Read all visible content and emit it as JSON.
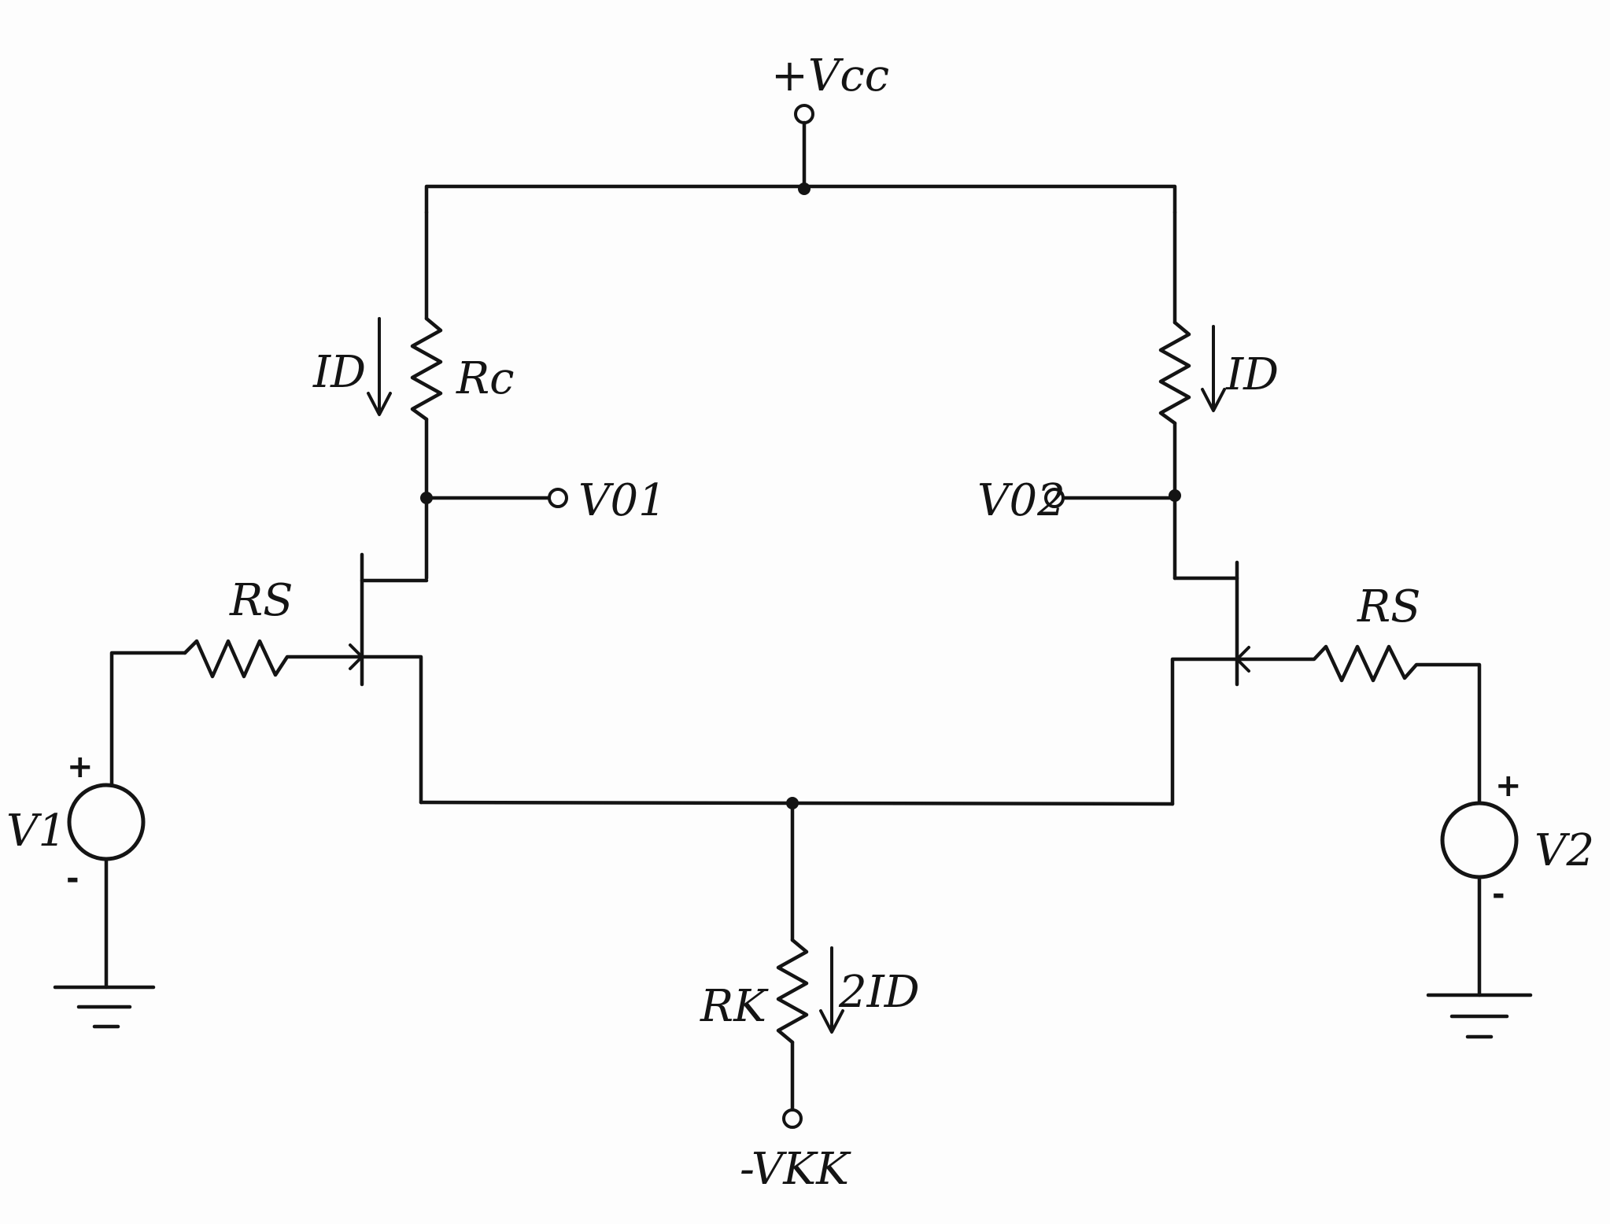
{
  "labels": {
    "vcc": "+Vcc",
    "vkk": "-VKK",
    "rc_left": "Rc",
    "id_left": "ID",
    "id_right": "ID",
    "vo1": "V01",
    "vo2": "V02",
    "rs_left": "RS",
    "rs_right": "RS",
    "v1": "V1",
    "v2": "V2",
    "rk": "RK",
    "two_id": "2ID",
    "plus": "+",
    "minus": "-"
  }
}
